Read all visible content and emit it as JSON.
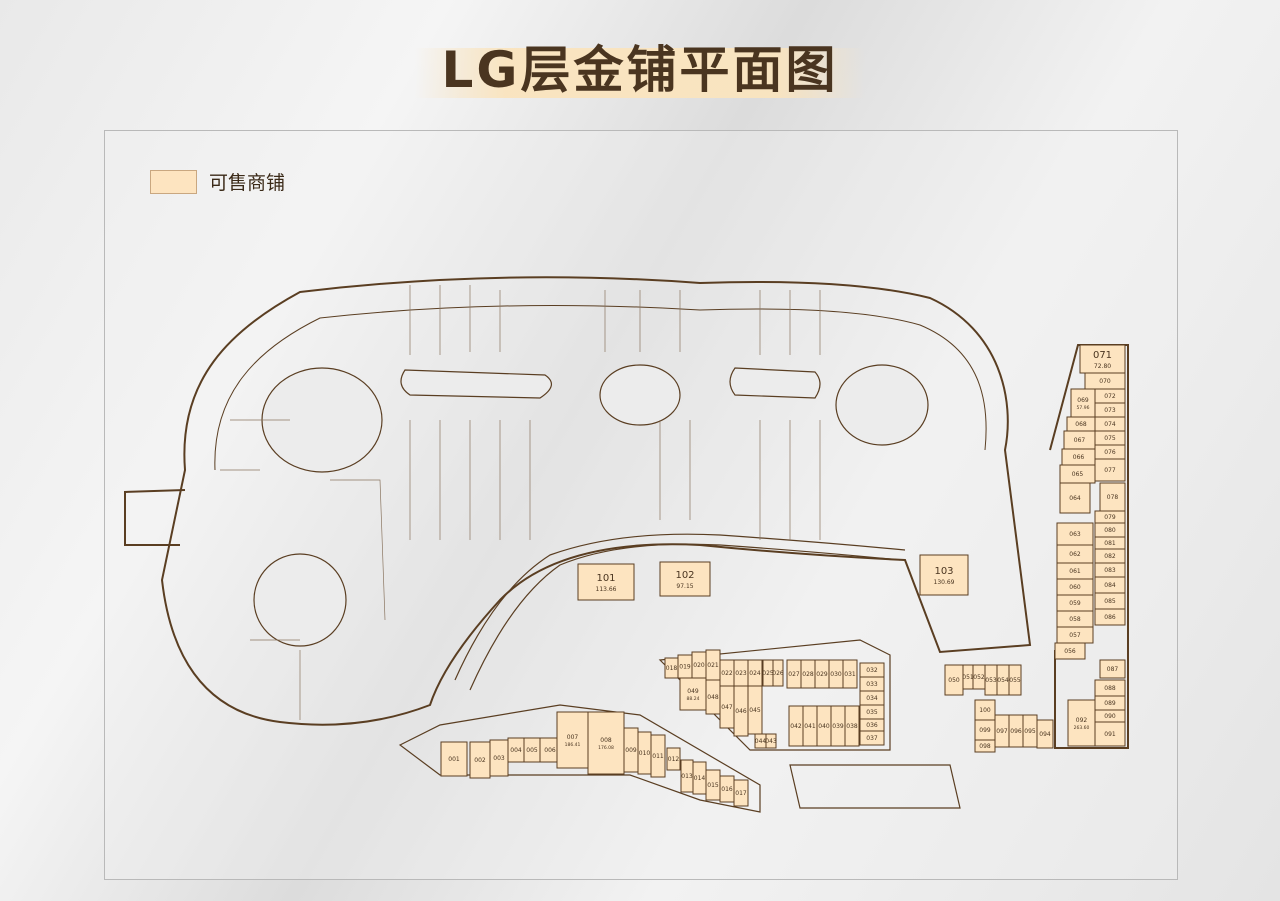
{
  "title": "LG层金铺平面图",
  "legend": {
    "label": "可售商铺",
    "color": "#fde4c0"
  },
  "colors": {
    "wall": "#5a3e22",
    "shop_fill": "#fde4c0",
    "title": "#4a3520"
  },
  "shops": [
    {
      "id": "001"
    },
    {
      "id": "002"
    },
    {
      "id": "003"
    },
    {
      "id": "004"
    },
    {
      "id": "005"
    },
    {
      "id": "006"
    },
    {
      "id": "007",
      "area": "186.41"
    },
    {
      "id": "008",
      "area": "176.08"
    },
    {
      "id": "009"
    },
    {
      "id": "010"
    },
    {
      "id": "011"
    },
    {
      "id": "012"
    },
    {
      "id": "013"
    },
    {
      "id": "014"
    },
    {
      "id": "015"
    },
    {
      "id": "016"
    },
    {
      "id": "017"
    },
    {
      "id": "018"
    },
    {
      "id": "019"
    },
    {
      "id": "020"
    },
    {
      "id": "021"
    },
    {
      "id": "022"
    },
    {
      "id": "023"
    },
    {
      "id": "024"
    },
    {
      "id": "025"
    },
    {
      "id": "026"
    },
    {
      "id": "027"
    },
    {
      "id": "028"
    },
    {
      "id": "029"
    },
    {
      "id": "030"
    },
    {
      "id": "031"
    },
    {
      "id": "032"
    },
    {
      "id": "033"
    },
    {
      "id": "034"
    },
    {
      "id": "035"
    },
    {
      "id": "036"
    },
    {
      "id": "037"
    },
    {
      "id": "038"
    },
    {
      "id": "039"
    },
    {
      "id": "040"
    },
    {
      "id": "041"
    },
    {
      "id": "042"
    },
    {
      "id": "043"
    },
    {
      "id": "044"
    },
    {
      "id": "045"
    },
    {
      "id": "046"
    },
    {
      "id": "047"
    },
    {
      "id": "048"
    },
    {
      "id": "049",
      "area": "88.24"
    },
    {
      "id": "050"
    },
    {
      "id": "051"
    },
    {
      "id": "052"
    },
    {
      "id": "053"
    },
    {
      "id": "054"
    },
    {
      "id": "055"
    },
    {
      "id": "056"
    },
    {
      "id": "057"
    },
    {
      "id": "058"
    },
    {
      "id": "059"
    },
    {
      "id": "060"
    },
    {
      "id": "061"
    },
    {
      "id": "062"
    },
    {
      "id": "063"
    },
    {
      "id": "064"
    },
    {
      "id": "065"
    },
    {
      "id": "066"
    },
    {
      "id": "067"
    },
    {
      "id": "068"
    },
    {
      "id": "069",
      "area": "57.96"
    },
    {
      "id": "070"
    },
    {
      "id": "071",
      "area": "72.80"
    },
    {
      "id": "072"
    },
    {
      "id": "073"
    },
    {
      "id": "074"
    },
    {
      "id": "075"
    },
    {
      "id": "076"
    },
    {
      "id": "077"
    },
    {
      "id": "078"
    },
    {
      "id": "079"
    },
    {
      "id": "080"
    },
    {
      "id": "081"
    },
    {
      "id": "082"
    },
    {
      "id": "083"
    },
    {
      "id": "084"
    },
    {
      "id": "085"
    },
    {
      "id": "086"
    },
    {
      "id": "087"
    },
    {
      "id": "088"
    },
    {
      "id": "089"
    },
    {
      "id": "090"
    },
    {
      "id": "091"
    },
    {
      "id": "092",
      "area": "263.60"
    },
    {
      "id": "094"
    },
    {
      "id": "095"
    },
    {
      "id": "096"
    },
    {
      "id": "097"
    },
    {
      "id": "098"
    },
    {
      "id": "099"
    },
    {
      "id": "100"
    },
    {
      "id": "101",
      "area": "113.66"
    },
    {
      "id": "102",
      "area": "97.15"
    },
    {
      "id": "103",
      "area": "130.69"
    }
  ]
}
